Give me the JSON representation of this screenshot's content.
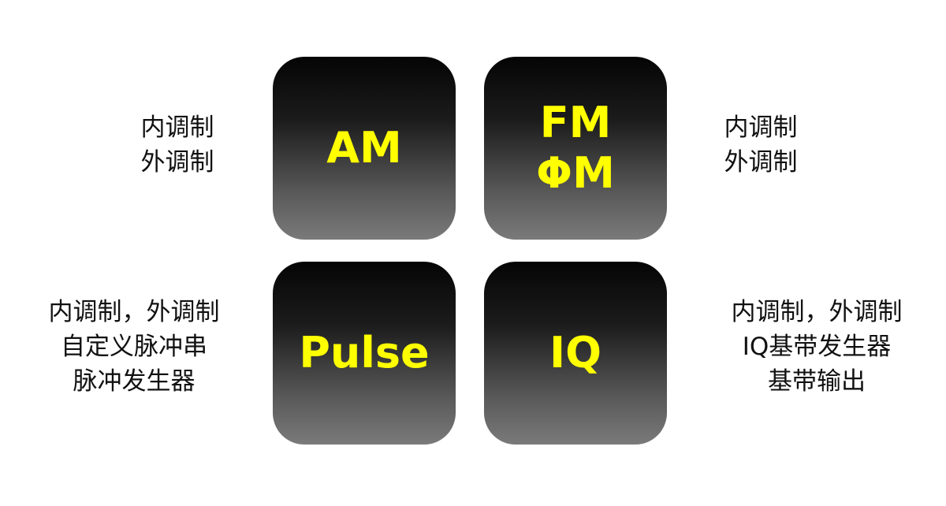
{
  "tiles": {
    "am": {
      "title": "AM"
    },
    "fm": {
      "title_line1": "FM",
      "title_line2": "ΦM"
    },
    "pulse": {
      "title": "Pulse"
    },
    "iq": {
      "title": "IQ"
    }
  },
  "descriptions": {
    "am": [
      "内调制",
      "外调制"
    ],
    "fm": [
      "内调制",
      "外调制"
    ],
    "pulse": [
      "内调制，外调制",
      "自定义脉冲串",
      "脉冲发生器"
    ],
    "iq": [
      "内调制，外调制",
      "IQ基带发生器",
      "基带输出"
    ]
  },
  "colors": {
    "tile_text": "#ffff00",
    "tile_top": "#050505",
    "tile_bottom": "#7a7a7a",
    "description_text": "#111111",
    "background": "#ffffff"
  }
}
